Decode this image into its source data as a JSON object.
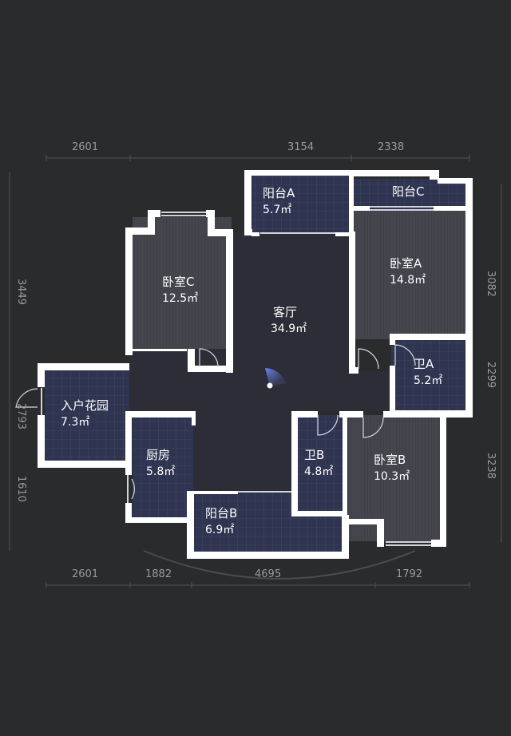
{
  "rooms": {
    "balcony_a": {
      "name": "阳台A",
      "area": "5.7㎡"
    },
    "balcony_c": {
      "name": "阳台C"
    },
    "bedroom_c": {
      "name": "卧室C",
      "area": "12.5㎡"
    },
    "living": {
      "name": "客厅",
      "area": "34.9㎡"
    },
    "bedroom_a": {
      "name": "卧室A",
      "area": "14.8㎡"
    },
    "bath_a": {
      "name": "卫A",
      "area": "5.2㎡"
    },
    "garden": {
      "name": "入户花园",
      "area": "7.3㎡"
    },
    "kitchen": {
      "name": "厨房",
      "area": "5.8㎡"
    },
    "bath_b": {
      "name": "卫B",
      "area": "4.8㎡"
    },
    "bedroom_b": {
      "name": "卧室B",
      "area": "10.3㎡"
    },
    "balcony_b": {
      "name": "阳台B",
      "area": "6.9㎡"
    }
  },
  "dimensions": {
    "top": [
      "2601",
      "3154",
      "2338"
    ],
    "bottom": [
      "2601",
      "1882",
      "4695",
      "1792"
    ],
    "left": [
      "3449",
      "2793",
      "1610"
    ],
    "right": [
      "3082",
      "2299",
      "3238"
    ]
  },
  "colors": {
    "background": "#2a2b2d",
    "wall": "#ffffff",
    "room_floor": "#3f4049",
    "balcony_floor": "#2f3550",
    "living_floor": "#2c2d36",
    "compass": "#5b7cf0"
  }
}
